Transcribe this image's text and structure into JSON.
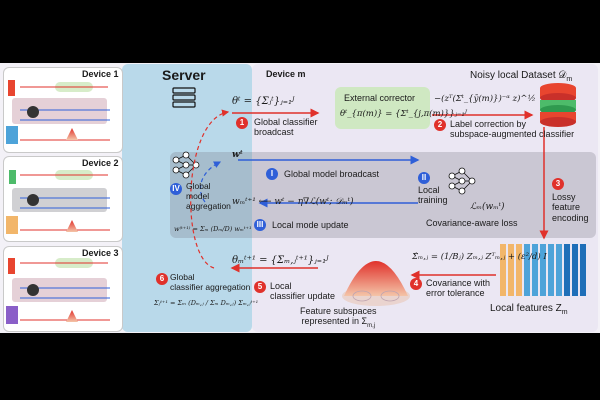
{
  "server": {
    "title": "Server"
  },
  "devices": [
    {
      "title": "Device 1"
    },
    {
      "title": "Device 2"
    },
    {
      "title": "Device 3"
    }
  ],
  "device_m": {
    "title": "Device m",
    "dataset_label": "Noisy local Dataset 𝒟",
    "dataset_sub": "m"
  },
  "steps": {
    "s1": {
      "num": "1",
      "label": "Global classifier\nbroadcast",
      "math": "θᵗ = {Σⱼᵗ}ⱼ₌₁ᴶ"
    },
    "s2": {
      "num": "2",
      "label": "Label correction by\nsubspace-augmented classifier",
      "math": "−(zᵀ(Σᵗ_{ȳ(m)})⁻ᵅ z)^½"
    },
    "s3": {
      "num": "3",
      "label": "Lossy\nfeature\nencoding"
    },
    "s4": {
      "num": "4",
      "label": "Covariance with\nerror tolerance",
      "math": "Σ̂ₘ,ⱼ = (1/Bⱼ) Zₘ,ⱼ Zᵀₘ,ⱼ + (ε²/d) I"
    },
    "s5": {
      "num": "5",
      "label": "Local\nclassifier update",
      "math": "θₘᵗ⁺¹ = {Σₘ,ⱼᵗ⁺¹}ⱼ₌₁ᴶ"
    },
    "s6": {
      "num": "6",
      "label": "Global\nclassifier aggregation",
      "math": "Σⱼᵗ⁺¹ = Σₘ (Dₘ,ⱼ / Σₘ Dₘ,ⱼ) Σₘ,ⱼᵗ⁺¹"
    },
    "sI": {
      "num": "I",
      "label": "Global model broadcast",
      "math": "wᵗ"
    },
    "sII": {
      "num": "II",
      "label": "Local\ntraining",
      "loss": "Covariance-aware loss",
      "math": "ℒₘ(wₘᵗ)"
    },
    "sIII": {
      "num": "III",
      "label": "Local mode update",
      "math": "wₘᵗ⁺¹ ⟵ wᵗ − η∇ℒ(wᵗ; 𝒟ₘᵗ)"
    },
    "sIV": {
      "num": "IV",
      "label": "Global\nmodel\naggregation",
      "math": "w⁽ᵗ⁺¹⁾ = Σₘ (Dₘ/D) wₘᵗ⁺¹"
    }
  },
  "corrector": {
    "title": "External corrector",
    "math": "θᵗ_{π(m)} = {Σᵗ_{j,π(m)}}ⱼ₌₁ᴶ"
  },
  "features": {
    "label": "Local features Z",
    "sub": "m"
  },
  "subspaces": {
    "label": "Feature subspaces\nrepresented in Σ",
    "sub": "m,j"
  },
  "colors": {
    "red": "#e0312b",
    "blue": "#2f5fd8",
    "green_box": "#cfe8c2",
    "server_bg": "#b9d9ea"
  },
  "feature_bar_colors": [
    "#f2b66a",
    "#f2b66a",
    "#f2b66a",
    "#4da3d9",
    "#4da3d9",
    "#4da3d9",
    "#4da3d9",
    "#4da3d9",
    "#1f6fb8",
    "#1f6fb8",
    "#1f6fb8"
  ]
}
